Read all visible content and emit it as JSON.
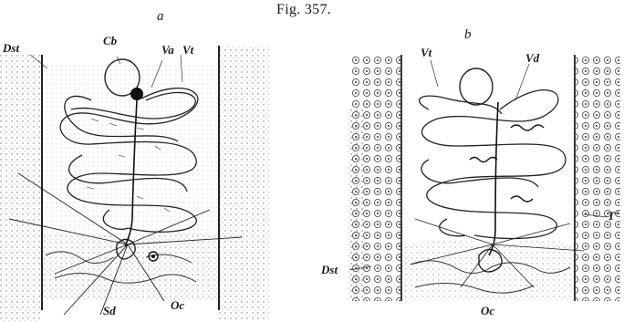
{
  "figure": {
    "title": "Fig. 357.",
    "panels": [
      {
        "letter": "a",
        "labels": {
          "dst": "Dst",
          "cb": "Cb",
          "va": "Va",
          "vt": "Vt",
          "sd": "Sd",
          "oc": "Oc"
        }
      },
      {
        "letter": "b",
        "labels": {
          "vt": "Vt",
          "vd": "Vd",
          "t": "T'",
          "dst": "Dst",
          "oc": "Oc"
        }
      }
    ]
  }
}
